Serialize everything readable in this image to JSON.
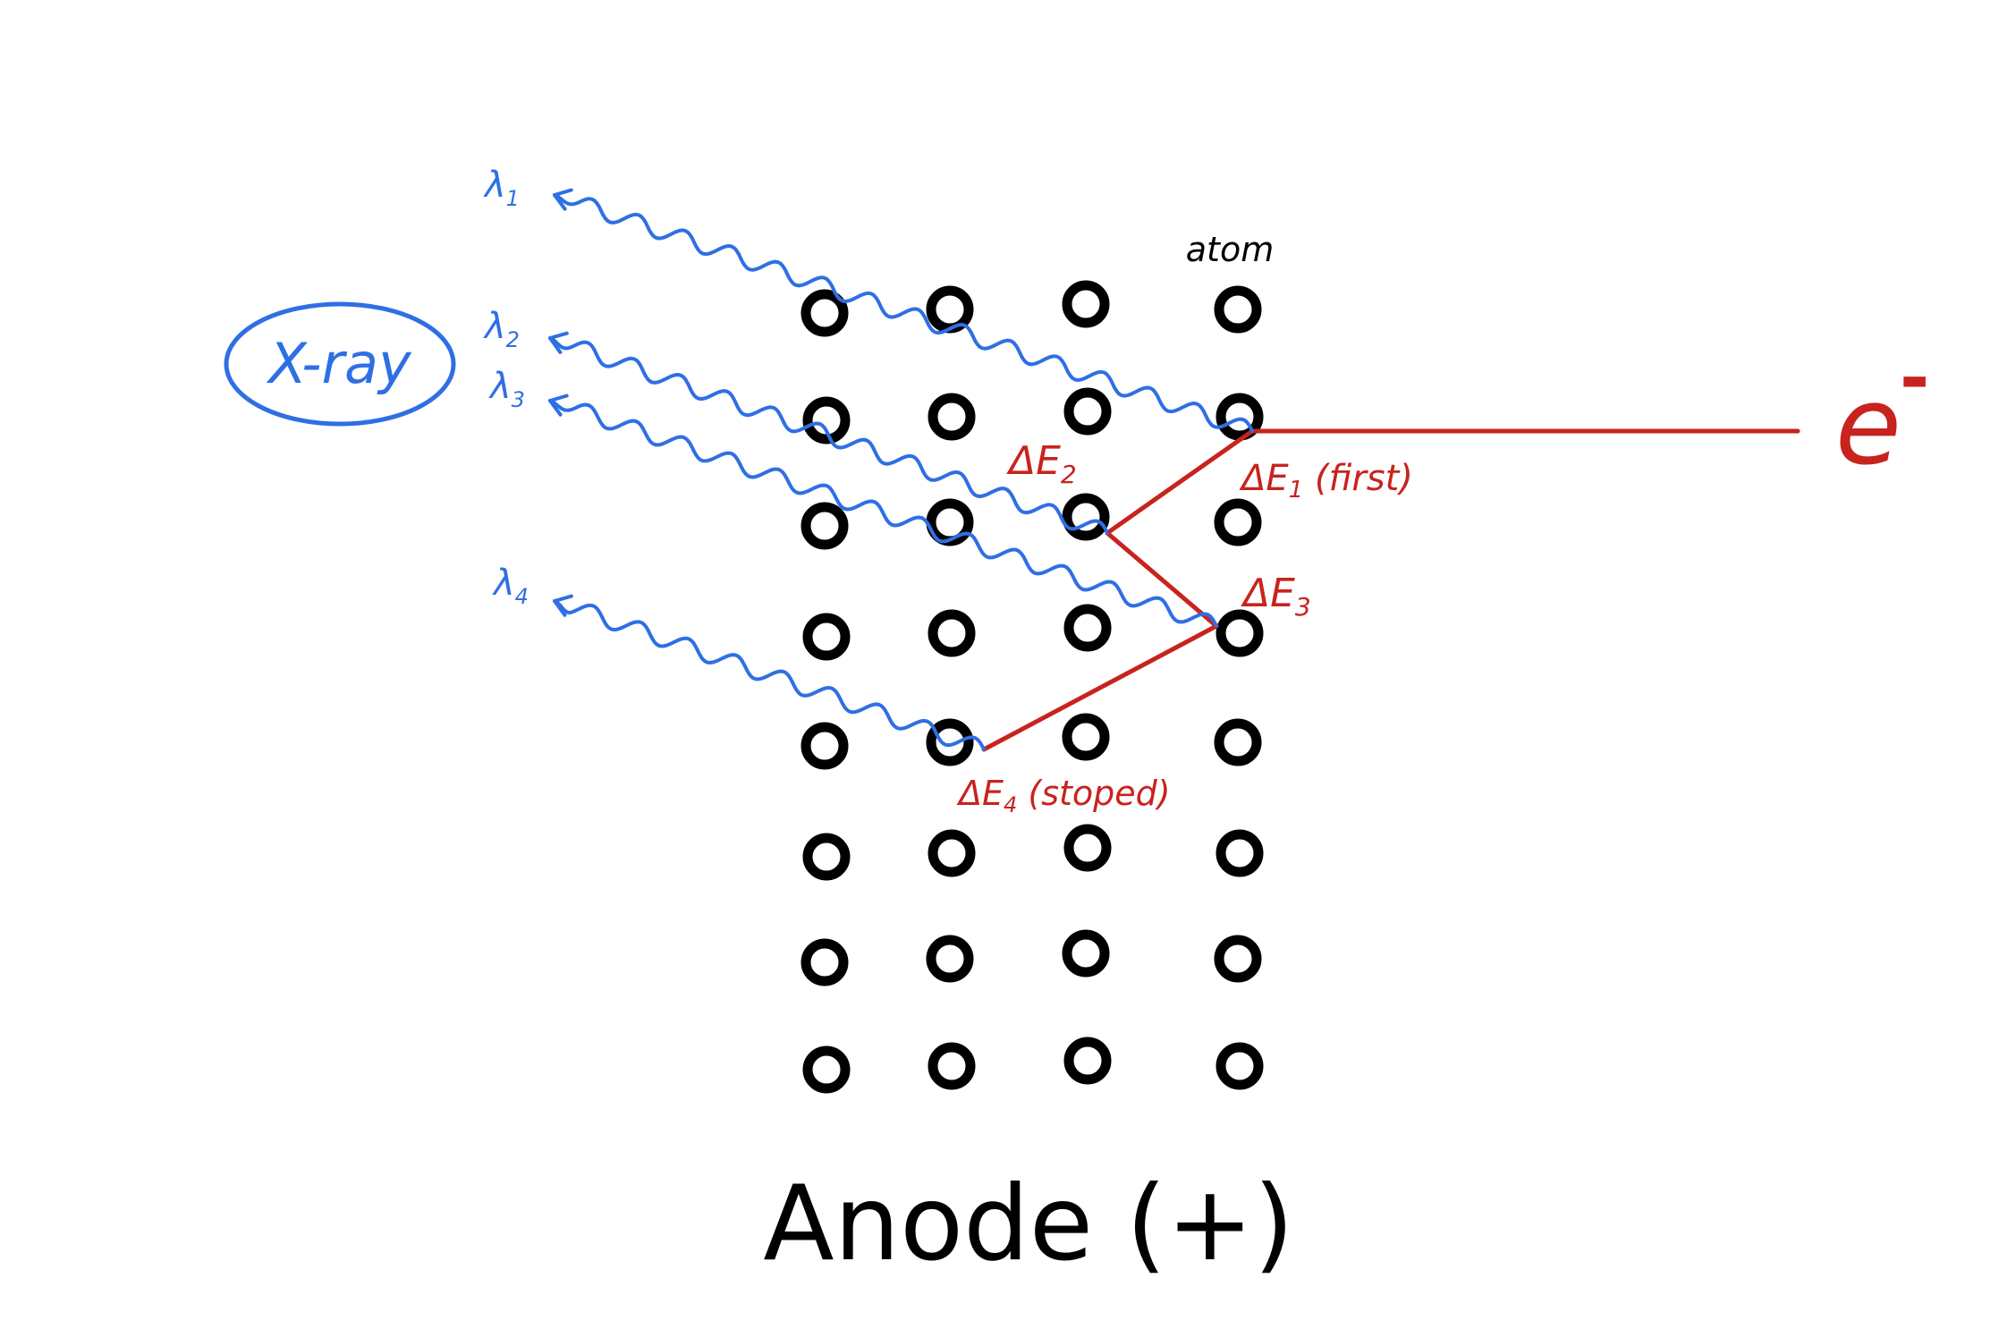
{
  "labels": {
    "xray": "X-ray",
    "atom": "atom",
    "electron": "e",
    "electron_sup": "-",
    "anode": "Anode (+)",
    "lambda1_main": "λ",
    "lambda1_sub": "1",
    "lambda2_main": "λ",
    "lambda2_sub": "2",
    "lambda3_main": "λ",
    "lambda3_sub": "3",
    "lambda4_main": "λ",
    "lambda4_sub": "4",
    "de1_main": "ΔE",
    "de1_sub": "1",
    "de1_note": " (first)",
    "de2_main": "ΔE",
    "de2_sub": "2",
    "de3_main": "ΔE",
    "de3_sub": "3",
    "de4_main": "ΔE",
    "de4_sub": "4",
    "de4_note": " (stoped)"
  },
  "colors": {
    "atom": "#000000",
    "electron_path": "#c8231e",
    "photon": "#2f6fe4",
    "text_black": "#000000"
  },
  "lattice": {
    "rows": 8,
    "columns": 4
  }
}
